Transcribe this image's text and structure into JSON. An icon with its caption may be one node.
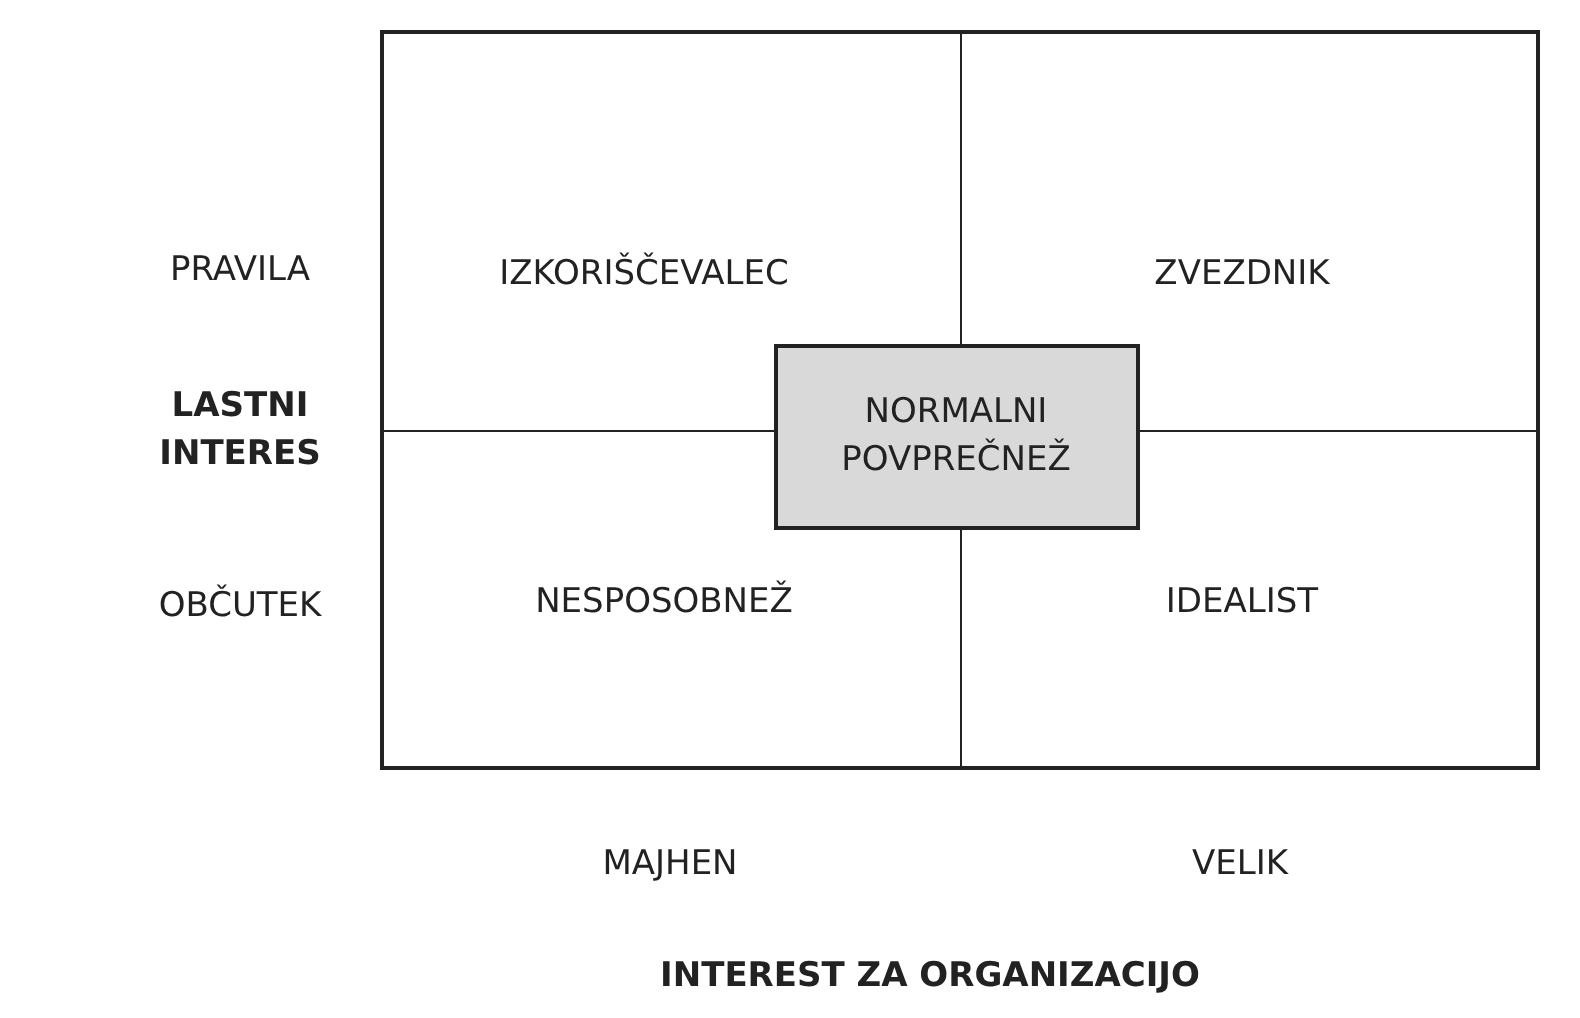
{
  "diagram": {
    "nodes": [
      {
        "text": [
          "IZKORIŠČEVALEC"
        ]
      },
      {
        "text": [
          "ZVEZDNIK"
        ]
      },
      {
        "text": [
          "NORMALNI POVPREČNEŽ"
        ]
      },
      {
        "text": [
          "NESPOSOBNEŽ"
        ]
      },
      {
        "text": [
          "IDEALIST"
        ]
      }
    ],
    "edges": [],
    "labels": [
      "PRAVILA",
      "LASTNI INTERES",
      "OBČUTEK",
      "MAJHEN",
      "VELIK",
      "INTEREST ZA ORGANIZACIJO"
    ]
  }
}
